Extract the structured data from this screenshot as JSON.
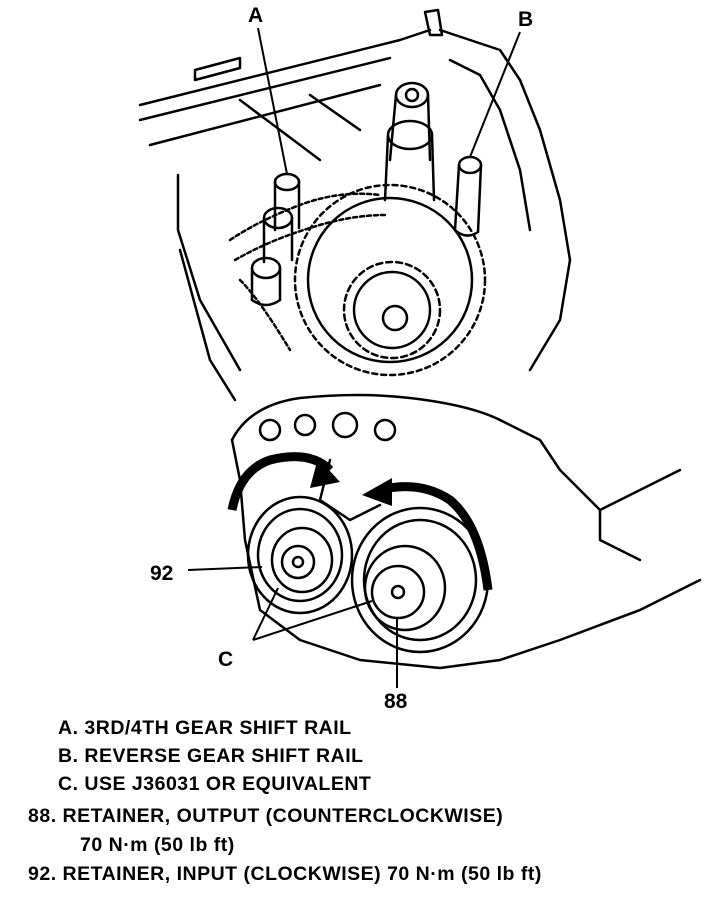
{
  "callouts": {
    "a": "A",
    "b": "B",
    "c": "C",
    "n92": "92",
    "n88": "88"
  },
  "legend": {
    "a": "A. 3RD/4TH GEAR SHIFT RAIL",
    "b": "B. REVERSE GEAR SHIFT RAIL",
    "c": "C. USE J36031 OR EQUIVALENT",
    "n88_line1": "88. RETAINER, OUTPUT (COUNTERCLOCKWISE)",
    "n88_line2": "70 N·m (50 lb ft)",
    "n92": "92. RETAINER, INPUT (CLOCKWISE) 70 N·m (50 lb ft)"
  }
}
